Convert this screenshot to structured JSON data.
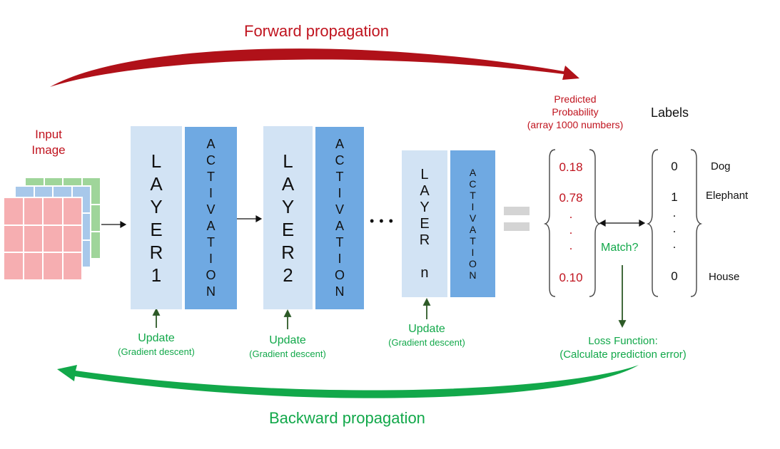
{
  "titles": {
    "forward": "Forward propagation",
    "backward": "Backward propagation"
  },
  "input": {
    "label": "Input\nImage"
  },
  "layers": [
    {
      "layer_text": "L\nA\nY\nE\nR\n1",
      "activation_text": "A\nC\nT\nI\nV\nA\nT\nI\nO\nN"
    },
    {
      "layer_text": "L\nA\nY\nE\nR\n2",
      "activation_text": "A\nC\nT\nI\nV\nA\nT\nI\nO\nN"
    },
    {
      "layer_text": "L\nA\nY\nE\nR\n\nn",
      "activation_text": "A\nC\nT\nI\nV\nA\nT\nI\nO\nN"
    }
  ],
  "ellipsis": "• • •",
  "updates": [
    {
      "title": "Update",
      "subtitle": "(Gradient descent)"
    },
    {
      "title": "Update",
      "subtitle": "(Gradient descent)"
    },
    {
      "title": "Update",
      "subtitle": "(Gradient descent)"
    }
  ],
  "predicted": {
    "header": "Predicted\nProbability\n(array 1000 numbers)",
    "values": [
      "0.18",
      "0.78",
      ".\n.\n.",
      "0.10"
    ]
  },
  "labels": {
    "header": "Labels",
    "values": [
      "0",
      "1",
      ".\n.\n.",
      "0"
    ],
    "classes": [
      "Dog",
      "Elephant",
      "House"
    ]
  },
  "match": "Match?",
  "loss": "Loss Function:\n(Calculate prediction error)",
  "colors": {
    "forward": "#b01119",
    "backward": "#12a84a",
    "layer": "#d2e3f4",
    "activation": "#6fa9e2",
    "input_red": "#f6aeb1",
    "input_blue": "#a8c8ea",
    "input_green": "#9fd59a"
  }
}
